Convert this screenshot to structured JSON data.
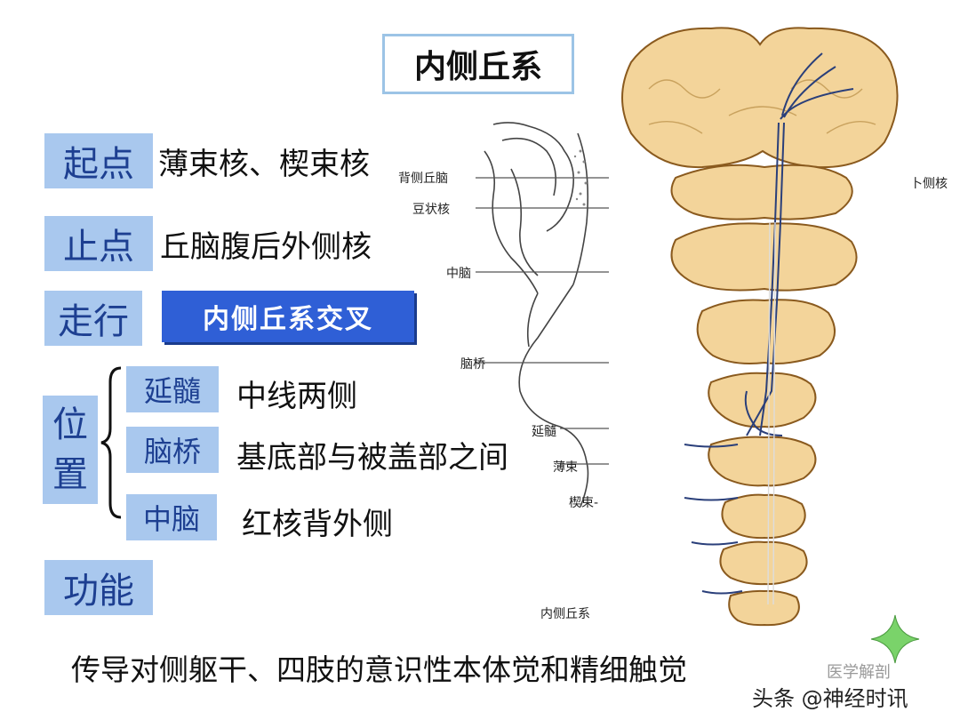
{
  "title": "内侧丘系",
  "rows": {
    "origin": {
      "label": "起点",
      "text": "薄束核、楔束核"
    },
    "termination": {
      "label": "止点",
      "text": "丘脑腹后外侧核"
    },
    "course": {
      "label": "走行",
      "text": "内侧丘系交叉"
    },
    "position": {
      "label_top": "位",
      "label_bottom": "置",
      "items": [
        {
          "label": "延髓",
          "text": "中线两侧"
        },
        {
          "label": "脑桥",
          "text": "基底部与被盖部之间"
        },
        {
          "label": "中脑",
          "text": "红核背外侧"
        }
      ]
    },
    "function": {
      "label": "功能",
      "text": "传导对侧躯干、四肢的意识性本体觉和精细触觉"
    }
  },
  "diagram": {
    "labels": {
      "dorsal_thalamus": "背侧丘脑",
      "lentiform": "豆状核",
      "midbrain": "中脑",
      "pons": "脑桥",
      "medulla": "延髓",
      "gracile": "薄束",
      "cuneate": "楔束-",
      "bottom": "内侧丘系",
      "right_edge": "​卜侧核"
    },
    "colors": {
      "tissue": "#f3d49a",
      "tissue_edge": "#8a5a1e",
      "tract": "#2a3f7a"
    }
  },
  "watermark": {
    "text1": "头条 @神经时讯",
    "text2": "医学解剖"
  },
  "colors": {
    "label_bg": "#a9c8ee",
    "label_fg": "#1d3f91",
    "accent": "#2f5fd6",
    "title_border": "#9cc4e6"
  }
}
